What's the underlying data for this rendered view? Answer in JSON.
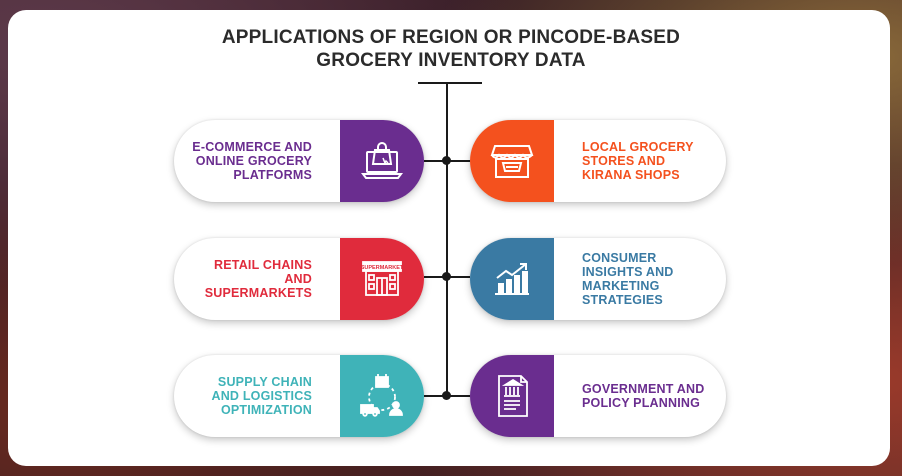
{
  "title": {
    "line1": "APPLICATIONS OF REGION OR PINCODE-BASED",
    "line2": "GROCERY INVENTORY DATA"
  },
  "items": [
    {
      "label": "E-COMMERCE AND ONLINE GROCERY PLATFORMS",
      "color": "#6a2d8f",
      "icon": "laptop-shopping-bag-icon"
    },
    {
      "label": "LOCAL GROCERY STORES AND KIRANA SHOPS",
      "color": "#f4511e",
      "icon": "storefront-icon"
    },
    {
      "label": "RETAIL CHAINS AND SUPERMARKETS",
      "color": "#e02b3c",
      "icon": "supermarket-building-icon"
    },
    {
      "label": "CONSUMER INSIGHTS AND MARKETING STRATEGIES",
      "color": "#3a7aa3",
      "icon": "growth-chart-icon"
    },
    {
      "label": "SUPPLY CHAIN AND LOGISTICS OPTIMIZATION",
      "color": "#3fb3b8",
      "icon": "supply-chain-cycle-icon"
    },
    {
      "label": "GOVERNMENT AND POLICY PLANNING",
      "color": "#6a2d8f",
      "icon": "government-document-icon"
    }
  ],
  "icon_text": {
    "supermarket_sign": "SUPERMARKET"
  }
}
